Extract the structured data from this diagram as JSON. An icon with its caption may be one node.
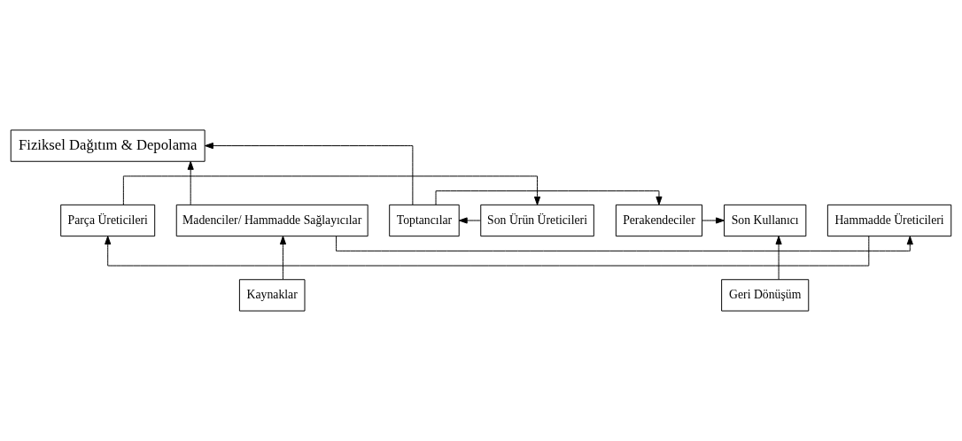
{
  "diagram": {
    "nodes": [
      {
        "text": [
          "Fiziksel Dağıtım & Depolama"
        ]
      },
      {
        "text": [
          "Madenciler/ Hammadde Sağlayıcılar"
        ]
      },
      {
        "text": [
          "Hammadde Üreticileri"
        ]
      },
      {
        "text": [
          "Parça Üreticileri"
        ]
      },
      {
        "text": [
          "Son Ürün Üreticileri"
        ]
      },
      {
        "text": [
          "Toptancılar"
        ]
      },
      {
        "text": [
          "Perakendeciler"
        ]
      },
      {
        "text": [
          "Son Kullanıcı"
        ]
      },
      {
        "text": [
          "Kaynaklar"
        ]
      },
      {
        "text": [
          "Geri Dönüşüm"
        ]
      }
    ],
    "edges": [
      {
        "from": 1,
        "to": 0,
        "arrow": "to"
      },
      {
        "from": 1,
        "to": 2,
        "arrow": "to"
      },
      {
        "from": 2,
        "to": 3,
        "arrow": "to"
      },
      {
        "from": 3,
        "to": 4,
        "arrow": "to"
      },
      {
        "from": 4,
        "to": 5,
        "arrow": "to"
      },
      {
        "from": 5,
        "to": 6,
        "arrow": "to"
      },
      {
        "from": 5,
        "to": 0,
        "arrow": "to"
      },
      {
        "from": 6,
        "to": 7,
        "arrow": "to"
      },
      {
        "from": 8,
        "to": 1,
        "arrow": "to"
      },
      {
        "from": 9,
        "to": 7,
        "arrow": "to"
      }
    ]
  }
}
